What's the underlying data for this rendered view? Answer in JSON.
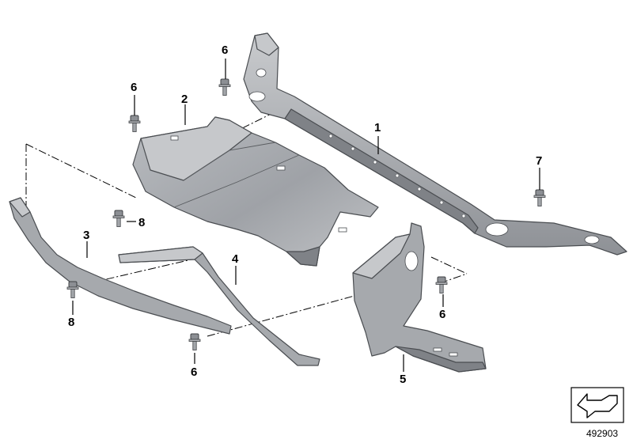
{
  "diagram": {
    "callouts": [
      "1",
      "2",
      "3",
      "4",
      "5",
      "6",
      "6",
      "6",
      "6",
      "7",
      "8",
      "8"
    ],
    "document_number": "492903",
    "icon": "arrow-box-icon"
  }
}
